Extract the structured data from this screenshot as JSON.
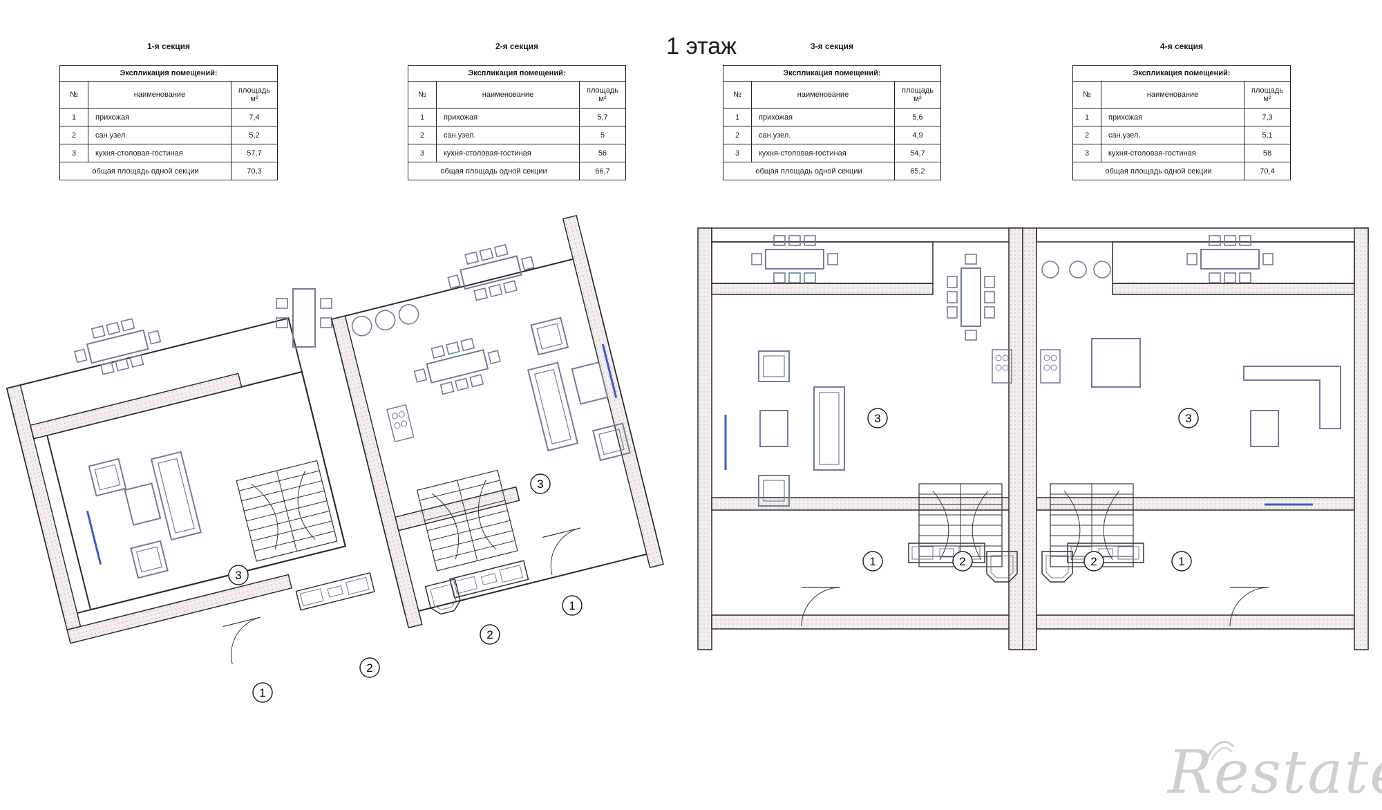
{
  "floor_title": "1 этаж",
  "sections": [
    {
      "title": "1-я секция",
      "table_caption": "Экспликация помещений:",
      "headers": {
        "num": "№",
        "name": "наименование",
        "area": "площадь м²"
      },
      "rows": [
        {
          "num": "1",
          "name": "прихожая",
          "area": "7,4"
        },
        {
          "num": "2",
          "name": "сан.узел.",
          "area": "5,2"
        },
        {
          "num": "3",
          "name": "кухня-столовая-гостиная",
          "area": "57,7"
        }
      ],
      "total_label": "общая площадь одной секции",
      "total_value": "70,3"
    },
    {
      "title": "2-я секция",
      "table_caption": "Экспликация помещений:",
      "headers": {
        "num": "№",
        "name": "наименование",
        "area": "площадь м²"
      },
      "rows": [
        {
          "num": "1",
          "name": "прихожая",
          "area": "5,7"
        },
        {
          "num": "2",
          "name": "сан.узел.",
          "area": "5"
        },
        {
          "num": "3",
          "name": "кухня-столовая-гостиная",
          "area": "56"
        }
      ],
      "total_label": "общая площадь одной секции",
      "total_value": "66,7"
    },
    {
      "title": "3-я секция",
      "table_caption": "Экспликация помещений:",
      "headers": {
        "num": "№",
        "name": "наименование",
        "area": "площадь м²"
      },
      "rows": [
        {
          "num": "1",
          "name": "прихожая",
          "area": "5,6"
        },
        {
          "num": "2",
          "name": "сан.узел.",
          "area": "4,9"
        },
        {
          "num": "3",
          "name": "кухня-столовая-гостиная",
          "area": "54,7"
        }
      ],
      "total_label": "общая площадь одной секции",
      "total_value": "65,2"
    },
    {
      "title": "4-я секция",
      "table_caption": "Экспликация помещений:",
      "headers": {
        "num": "№",
        "name": "наименование",
        "area": "площадь м²"
      },
      "rows": [
        {
          "num": "1",
          "name": "прихожая",
          "area": "7,3"
        },
        {
          "num": "2",
          "name": "сан.узел.",
          "area": "5,1"
        },
        {
          "num": "3",
          "name": "кухня-столовая-гостиная",
          "area": "58"
        }
      ],
      "total_label": "общая площадь одной секции",
      "total_value": "70,4"
    }
  ],
  "room_markers": {
    "r1": "1",
    "r2": "2",
    "r3": "3"
  },
  "logo_text": "Restate",
  "colors": {
    "wall": "#2b2b2b",
    "wall_fill": "#efe9e9",
    "furniture": "#6f7e96",
    "window": "#3b5bd0",
    "line": "#333333"
  }
}
